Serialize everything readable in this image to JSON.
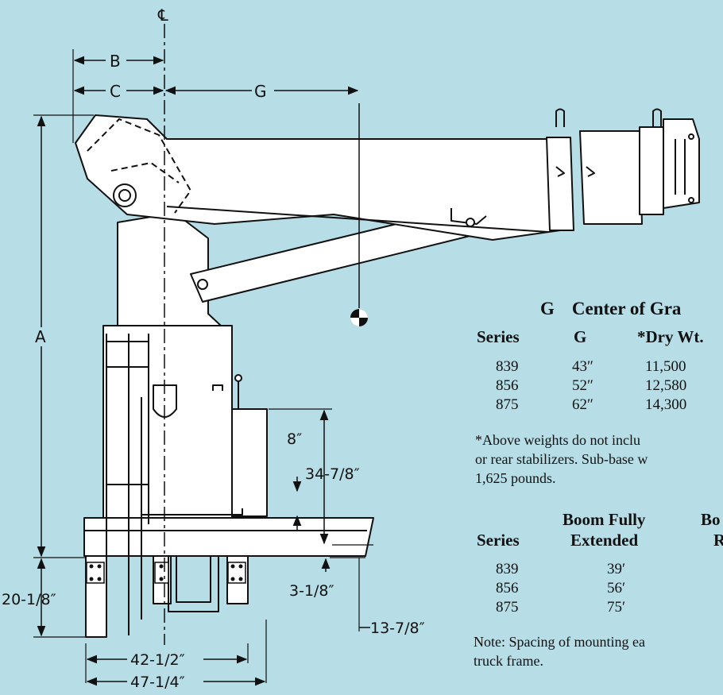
{
  "drawing": {
    "centerline_label": "℄",
    "labels": {
      "A": "A",
      "B": "B",
      "C": "C",
      "G": "G"
    },
    "dimensions": {
      "d_8": "8″",
      "d_34_7_8": "34-7/8″",
      "d_3_1_8": "3-1/8″",
      "d_13_7_8": "13-7/8″",
      "d_20_1_8": "20-1/8″",
      "d_42_1_2": "42-1/2″",
      "d_47_1_4": "47-1/4″"
    }
  },
  "cg_table": {
    "heading_letter": "G",
    "heading_text": "Center of Gra",
    "headers": {
      "series": "Series",
      "g": "G",
      "dry_wt": "*Dry Wt."
    },
    "rows": [
      {
        "series": "839",
        "g": "43″",
        "dry_wt": "11,500"
      },
      {
        "series": "856",
        "g": "52″",
        "dry_wt": "12,580"
      },
      {
        "series": "875",
        "g": "62″",
        "dry_wt": "14,300"
      }
    ],
    "note_line1": "*Above weights do not inclu",
    "note_line2": "or rear stabilizers. Sub-base w",
    "note_line3": "1,625 pounds."
  },
  "boom_table": {
    "headers": {
      "series": "Series",
      "boom_line1": "Boom Fully",
      "boom_line2": "Extended",
      "cut_line1": "Bo",
      "cut_line2": "R"
    },
    "rows": [
      {
        "series": "839",
        "extended": "39′"
      },
      {
        "series": "856",
        "extended": "56′"
      },
      {
        "series": "875",
        "extended": "75′"
      }
    ],
    "note_line1": "Note: Spacing of mounting ea",
    "note_line2": "truck frame."
  },
  "colors": {
    "background": "#b7dde6",
    "line": "#111111",
    "fill": "#ffffff"
  }
}
